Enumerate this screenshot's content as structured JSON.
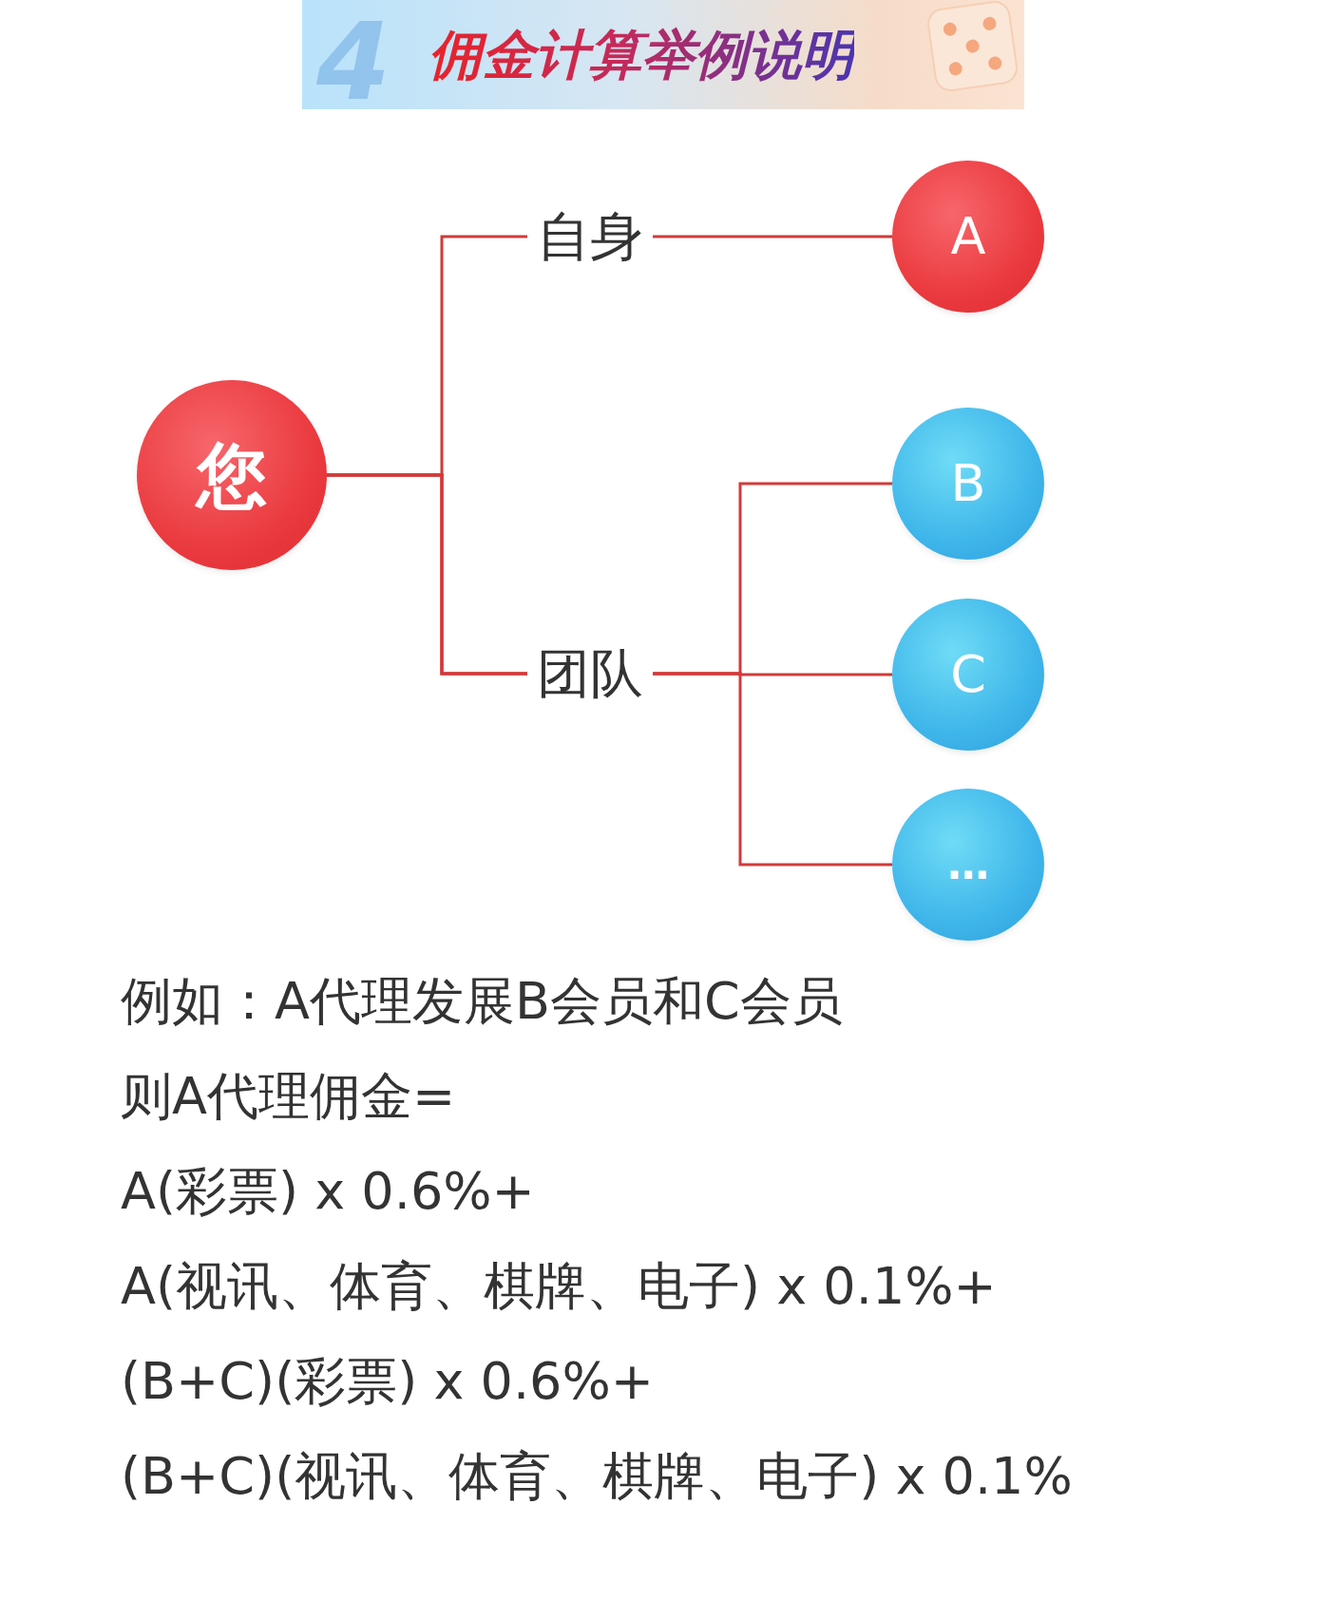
{
  "diagram": {
    "title": "佣金计算举例说明",
    "nodes": [
      {
        "text": [
          "您"
        ]
      },
      {
        "text": [
          "A"
        ]
      },
      {
        "text": [
          "B"
        ]
      },
      {
        "text": [
          "C"
        ]
      },
      {
        "text": [
          "…"
        ]
      }
    ],
    "edges": [
      {
        "from": 0,
        "to": 1,
        "arrow": "none",
        "label": "自身"
      },
      {
        "from": 0,
        "to": 2,
        "arrow": "none",
        "label": "团队"
      },
      {
        "from": 0,
        "to": 3,
        "arrow": "none"
      },
      {
        "from": 0,
        "to": 4,
        "arrow": "none"
      }
    ],
    "labels": [
      "4",
      "例如：A代理发展B会员和C会员",
      "则A代理佣金=",
      "A(彩票) x 0.6%+",
      "A(视讯、体育、棋牌、电子) x 0.1%+",
      "(B+C)(彩票) x 0.6%+",
      "(B+C)(视讯、体育、棋牌、电子) x 0.1%"
    ]
  }
}
